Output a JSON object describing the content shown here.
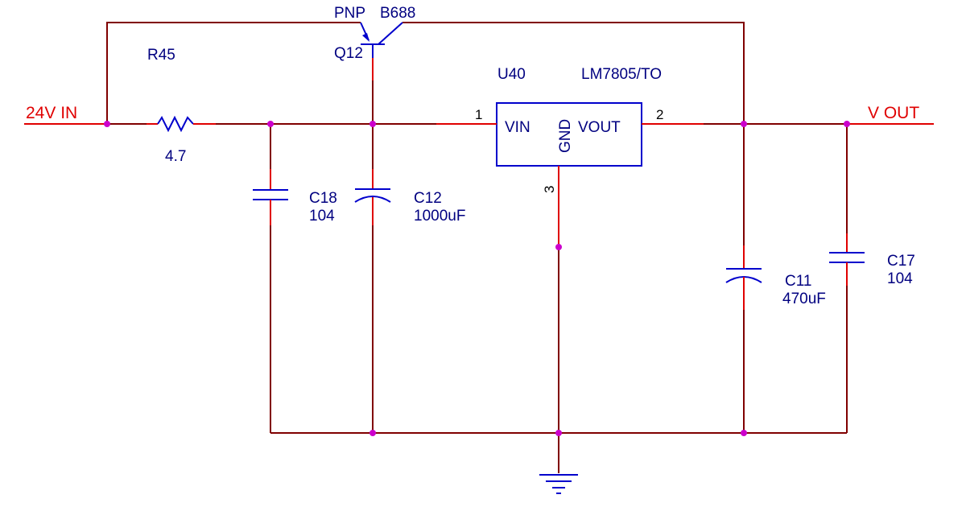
{
  "net_labels": {
    "input": "24V IN",
    "output": "V OUT"
  },
  "components": {
    "r45": {
      "ref": "R45",
      "value": "4.7"
    },
    "q12": {
      "ref": "Q12",
      "type": "PNP",
      "part": "B688"
    },
    "u40": {
      "ref": "U40",
      "part": "LM7805/TO",
      "pin_vin": "VIN",
      "pin_gnd": "GND",
      "pin_vout": "VOUT",
      "pin1": "1",
      "pin2": "2",
      "pin3": "3"
    },
    "c18": {
      "ref": "C18",
      "value": "104"
    },
    "c12": {
      "ref": "C12",
      "value": "1000uF"
    },
    "c11": {
      "ref": "C11",
      "value": "470uF"
    },
    "c17": {
      "ref": "C17",
      "value": "104"
    }
  },
  "colors": {
    "wire": "#800000",
    "lead": "#e00000",
    "component": "#0000cc",
    "junction": "#cc00cc",
    "text": "#000080"
  }
}
